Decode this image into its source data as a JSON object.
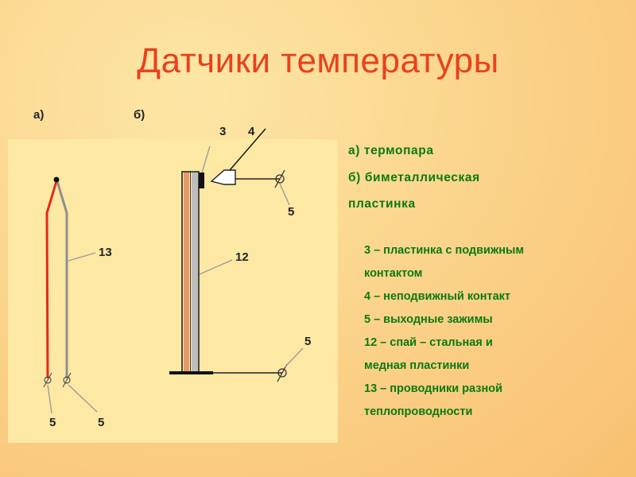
{
  "title": "Датчики температуры",
  "panel_labels": {
    "a": "а)",
    "b": "б)"
  },
  "diagram_numbers": {
    "n3": "3",
    "n4": "4",
    "n13": "13",
    "n12": "12",
    "n5_top": "5",
    "n5_mid": "5",
    "n5_left": "5",
    "n5_right": "5"
  },
  "captions": {
    "a": "а) термопара",
    "b_line1": "б) биметаллическая",
    "b_line2": "пластинка"
  },
  "legend": [
    "3 – пластинка с подвижным",
    "контактом",
    "4 – неподвижный контакт",
    "5 – выходные зажимы",
    "12 – спай – стальная и",
    "медная пластинки",
    "13 – проводники разной",
    "теплопроводности"
  ],
  "colors": {
    "title": "#e8421c",
    "legend_text": "#0a7a10",
    "red_wire": "#e52a1a",
    "gray_wire": "#8f8f8f",
    "copper_strip": "#e69a6a"
  }
}
